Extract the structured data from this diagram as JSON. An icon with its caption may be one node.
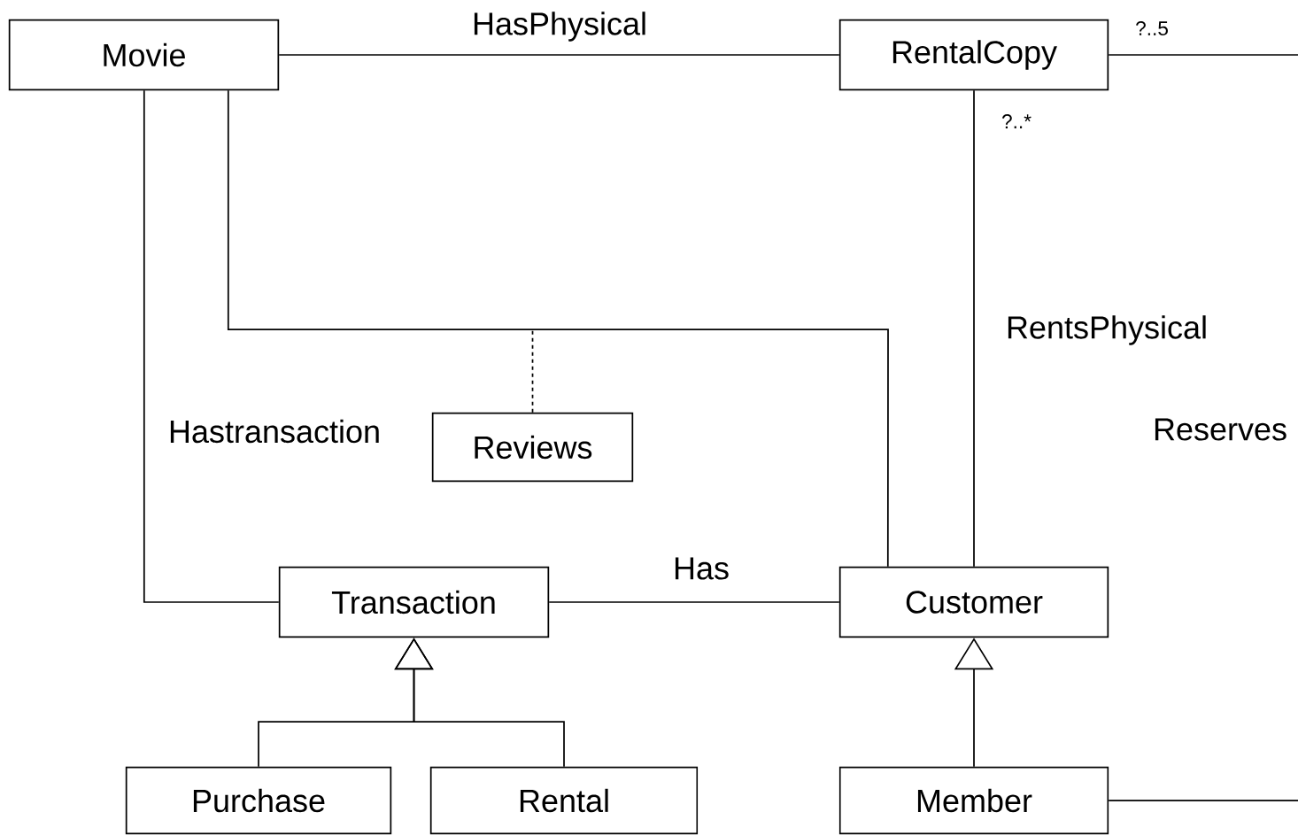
{
  "diagram": {
    "nodes": [
      {
        "text": [
          "Movie"
        ]
      },
      {
        "text": [
          "RentalCopy"
        ]
      },
      {
        "text": [
          "Reviews"
        ]
      },
      {
        "text": [
          "Transaction"
        ]
      },
      {
        "text": [
          "Customer"
        ]
      },
      {
        "text": [
          "Purchase"
        ]
      },
      {
        "text": [
          "Rental"
        ]
      },
      {
        "text": [
          "Member"
        ]
      }
    ],
    "edges": [
      {
        "from": 0,
        "to": 1,
        "arrow": "none",
        "label": "HasPhysical"
      },
      {
        "from": 1,
        "to": null,
        "arrow": "none"
      },
      {
        "from": 0,
        "to": 4,
        "arrow": "none"
      },
      {
        "from": 2,
        "to": null,
        "arrow": "none",
        "style": "dashed"
      },
      {
        "from": 0,
        "to": 3,
        "arrow": "none",
        "label": "Hastransaction"
      },
      {
        "from": 1,
        "to": 4,
        "arrow": "none",
        "label": "RentsPhysical"
      },
      {
        "from": 3,
        "to": 4,
        "arrow": "none",
        "label": "Has"
      },
      {
        "from": 5,
        "to": 3,
        "arrow": "to"
      },
      {
        "from": 6,
        "to": 3,
        "arrow": "to"
      },
      {
        "from": 7,
        "to": 4,
        "arrow": "to"
      },
      {
        "from": 7,
        "to": null,
        "arrow": "none"
      }
    ],
    "labels": [
      "?..5",
      "?..*",
      "Reserves"
    ]
  }
}
